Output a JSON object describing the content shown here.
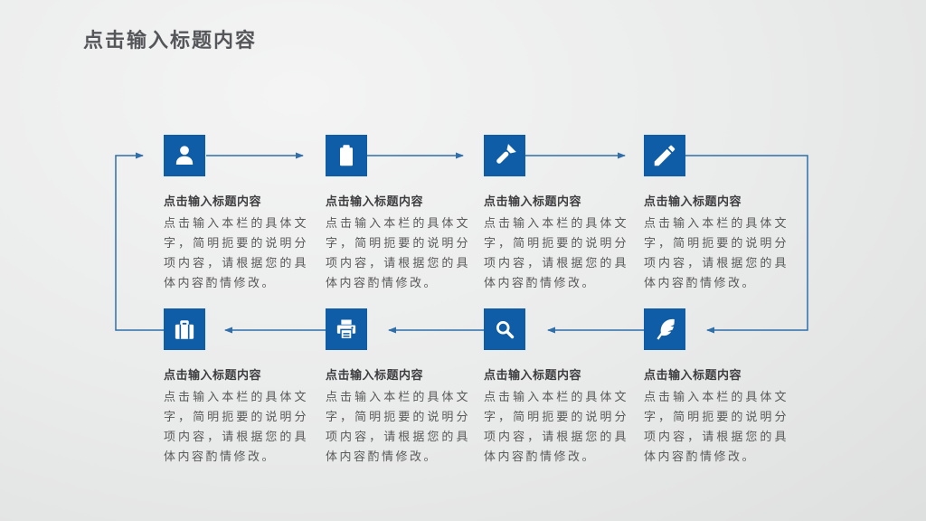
{
  "slide": {
    "title": "点击输入标题内容"
  },
  "colors": {
    "icon_square_blue": "#0f5da6",
    "connector_blue": "#2f6ea9",
    "slide_title_gray": "#55565a",
    "step_title_gray": "#3e3e40",
    "body_text_gray": "#595959",
    "background_gray": "#e9eaea"
  },
  "flow": {
    "direction": "top row left-to-right, loops down on right, bottom row right-to-left, loops back up on left",
    "rows": 2,
    "columns": 4
  },
  "steps": [
    {
      "icon": "user-icon",
      "icon_ref": "#icon-user",
      "title": "点击输入标题内容",
      "body": "点击输入本栏的具体文字，简明扼要的说明分项内容，请根据您的具体内容酌情修改。"
    },
    {
      "icon": "clipboard-icon",
      "icon_ref": "#icon-clipboard",
      "title": "点击输入标题内容",
      "body": "点击输入本栏的具体文字，简明扼要的说明分项内容，请根据您的具体内容酌情修改。"
    },
    {
      "icon": "flashlight-icon",
      "icon_ref": "#icon-flashlight",
      "title": "点击输入标题内容",
      "body": "点击输入本栏的具体文字，简明扼要的说明分项内容，请根据您的具体内容酌情修改。"
    },
    {
      "icon": "pencil-icon",
      "icon_ref": "#icon-pencil",
      "title": "点击输入标题内容",
      "body": "点击输入本栏的具体文字，简明扼要的说明分项内容，请根据您的具体内容酌情修改。"
    },
    {
      "icon": "quill-icon",
      "icon_ref": "#icon-quill",
      "title": "点击输入标题内容",
      "body": "点击输入本栏的具体文字，简明扼要的说明分项内容，请根据您的具体内容酌情修改。"
    },
    {
      "icon": "search-icon",
      "icon_ref": "#icon-search",
      "title": "点击输入标题内容",
      "body": "点击输入本栏的具体文字，简明扼要的说明分项内容，请根据您的具体内容酌情修改。"
    },
    {
      "icon": "printer-icon",
      "icon_ref": "#icon-printer",
      "title": "点击输入标题内容",
      "body": "点击输入本栏的具体文字，简明扼要的说明分项内容，请根据您的具体内容酌情修改。"
    },
    {
      "icon": "briefcase-icon",
      "icon_ref": "#icon-briefcase",
      "title": "点击输入标题内容",
      "body": "点击输入本栏的具体文字，简明扼要的说明分项内容，请根据您的具体内容酌情修改。"
    }
  ]
}
